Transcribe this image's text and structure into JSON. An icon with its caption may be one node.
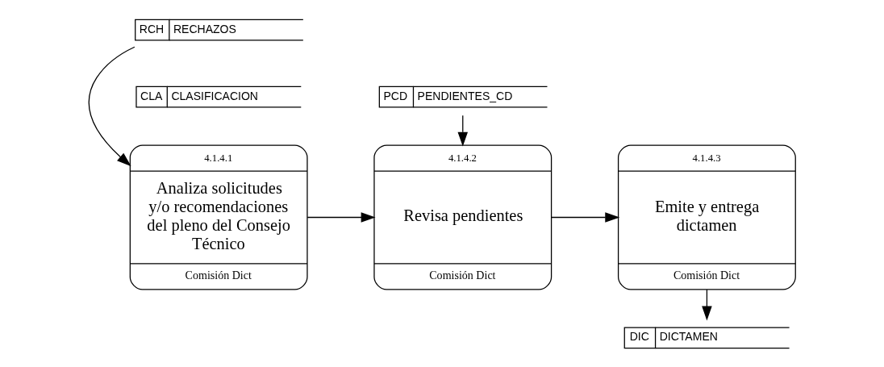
{
  "diagram": {
    "nodes": [
      {
        "text": [
          "DIC",
          "DICTAMEN"
        ]
      },
      {
        "text": [
          "4.1.4.1",
          "Analiza solicitudes y/o recomendaciones del pleno del Consejo Técnico",
          "Comisión Dict"
        ]
      },
      {
        "text": [
          "4.1.4.2",
          "Revisa pendientes",
          "Comisión Dict"
        ]
      },
      {
        "text": [
          "4.1.4.3",
          "Emite y entrega dictamen",
          "Comisión Dict"
        ]
      },
      {
        "text": [
          "RCH",
          "RECHAZOS"
        ]
      },
      {
        "text": [
          "CLA",
          "CLASIFICACION"
        ]
      },
      {
        "text": [
          "PCD",
          "PENDIENTES_CD"
        ]
      }
    ],
    "edges": [
      {
        "from": 1,
        "to": 2,
        "arrow": "to"
      },
      {
        "from": 2,
        "to": 3,
        "arrow": "to"
      },
      {
        "from": 3,
        "to": 0,
        "arrow": "to"
      },
      {
        "from": 4,
        "to": 1,
        "arrow": "to"
      },
      {
        "from": 6,
        "to": 2,
        "arrow": "to"
      }
    ]
  }
}
